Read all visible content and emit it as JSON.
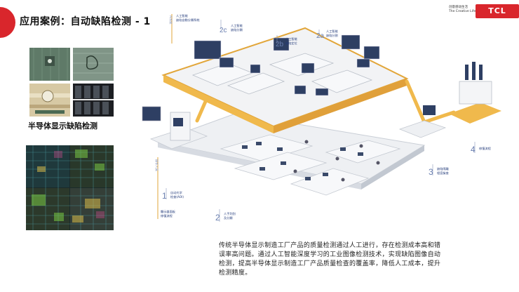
{
  "title": "应用案例：自动缺陷检测 - 1",
  "brand": {
    "tag_cn": "创意感动生活",
    "tag_en": "The Creative Life",
    "logo_text": "TCL"
  },
  "left_caption": "半导体显示缺陷检测",
  "description": "传统半导体显示制造工厂产品的质量检测通过人工进行，存在检测成本高和错误率高问题。通过人工智能深度学习的工业图像检测技术，实现缺陷图像自动检测，提高半导体显示制造工厂产品质量检查的覆盖率，降低人工成本，提升检测精度。",
  "diagram": {
    "steps": [
      {
        "num": "1",
        "label_lines": [
          "自动光学",
          "检查(AOI)"
        ]
      },
      {
        "num": "2",
        "label_lines": [
          "人手判别",
          "及分類"
        ]
      },
      {
        "num": "3",
        "label_lines": [
          "缺陷隔離",
          "程度檢查"
        ]
      },
      {
        "num": "4",
        "label_lines": [
          "修復流程"
        ]
      }
    ],
    "ai_steps": [
      {
        "num": "2c",
        "label_lines": [
          "人工智能",
          "缺陷分類"
        ]
      },
      {
        "num": "2b",
        "label_lines": [
          "人工智能",
          "缺陷定位"
        ]
      },
      {
        "num": "2a",
        "label_lines": [
          "人工智能",
          "缺陷分割"
        ]
      }
    ],
    "top_system_lines": [
      "人工智能",
      "缺陷自動分類系統"
    ],
    "side_tag_top": "AI系統",
    "side_tag_bottom": "操作人員",
    "repair_lines": [
      "顯示器面板",
      "修復流程"
    ]
  }
}
